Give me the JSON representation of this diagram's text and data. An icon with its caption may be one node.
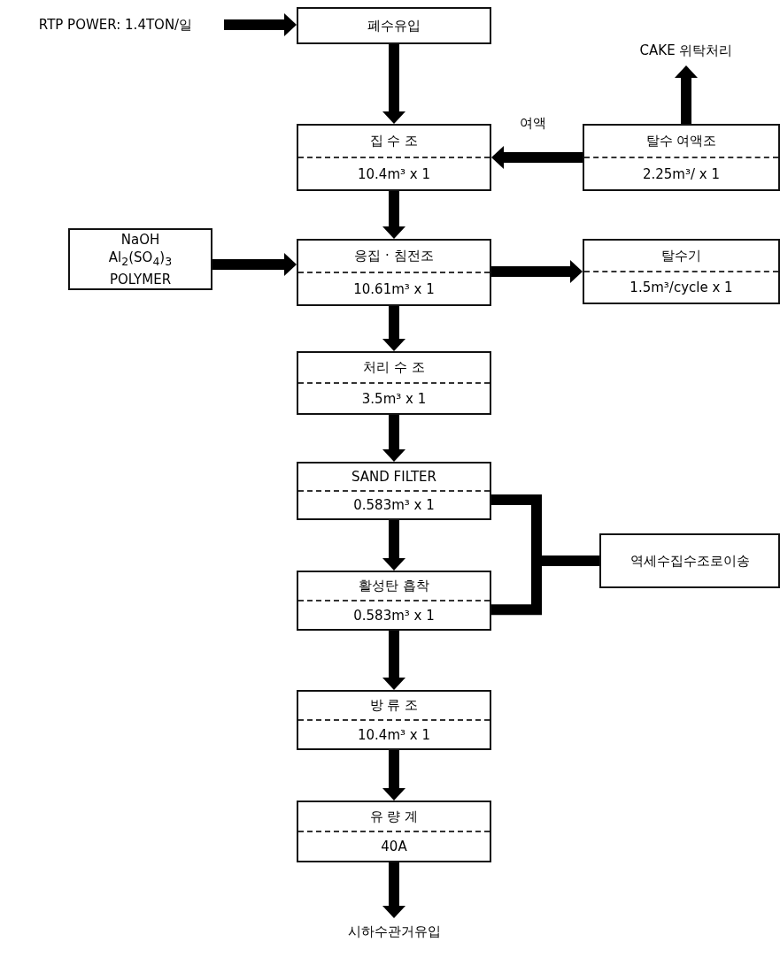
{
  "diagram": {
    "nodes": [
      {
        "text": [
          "RTP POWER: 1.4TON/일"
        ]
      },
      {
        "text": [
          "폐수유입"
        ]
      },
      {
        "text": [
          "집 수 조",
          "10.4m³ x 1"
        ]
      },
      {
        "text": [
          "CAKE 위탁처리"
        ]
      },
      {
        "text": [
          "탈수 여액조",
          "2.25m³/ x 1"
        ]
      },
      {
        "text": [
          "NaOH Al$_{2}$(SO$_{4}$)$_{3}$ POLYMER"
        ]
      },
      {
        "text": [
          "응집 · 침전조",
          "10.61m³ x 1"
        ]
      },
      {
        "text": [
          "탈수기",
          "1.5m³/cycle x 1"
        ]
      },
      {
        "text": [
          "처리 수 조",
          "3.5m³ x 1"
        ]
      },
      {
        "text": [
          "SAND FILTER",
          "0.583m³ x 1"
        ]
      },
      {
        "text": [
          "활성탄 흡착",
          "0.583m³ x 1"
        ]
      },
      {
        "text": [
          "역세수집수조로이송"
        ]
      },
      {
        "text": [
          "방 류 조",
          "10.4m³ x 1"
        ]
      },
      {
        "text": [
          "유 량 계",
          "40A"
        ]
      },
      {
        "text": [
          "시하수관거유입"
        ]
      }
    ],
    "edges": [
      {
        "from": 0,
        "to": 1,
        "arrow": "to"
      },
      {
        "from": 1,
        "to": 2,
        "arrow": "to"
      },
      {
        "from": 4,
        "to": 2,
        "arrow": "to",
        "label": "여액"
      },
      {
        "from": 4,
        "to": 3,
        "arrow": "to"
      },
      {
        "from": 2,
        "to": 6,
        "arrow": "to"
      },
      {
        "from": 5,
        "to": 6,
        "arrow": "to"
      },
      {
        "from": 6,
        "to": 7,
        "arrow": "to"
      },
      {
        "from": 6,
        "to": 8,
        "arrow": "to"
      },
      {
        "from": 8,
        "to": 9,
        "arrow": "to"
      },
      {
        "from": 9,
        "to": 10,
        "arrow": "to"
      },
      {
        "from": 9,
        "to": 11,
        "arrow": "none"
      },
      {
        "from": 10,
        "to": 11,
        "arrow": "none"
      },
      {
        "from": 10,
        "to": 12,
        "arrow": "to"
      },
      {
        "from": 12,
        "to": 13,
        "arrow": "to"
      },
      {
        "from": 13,
        "to": 14,
        "arrow": "to"
      }
    ]
  }
}
